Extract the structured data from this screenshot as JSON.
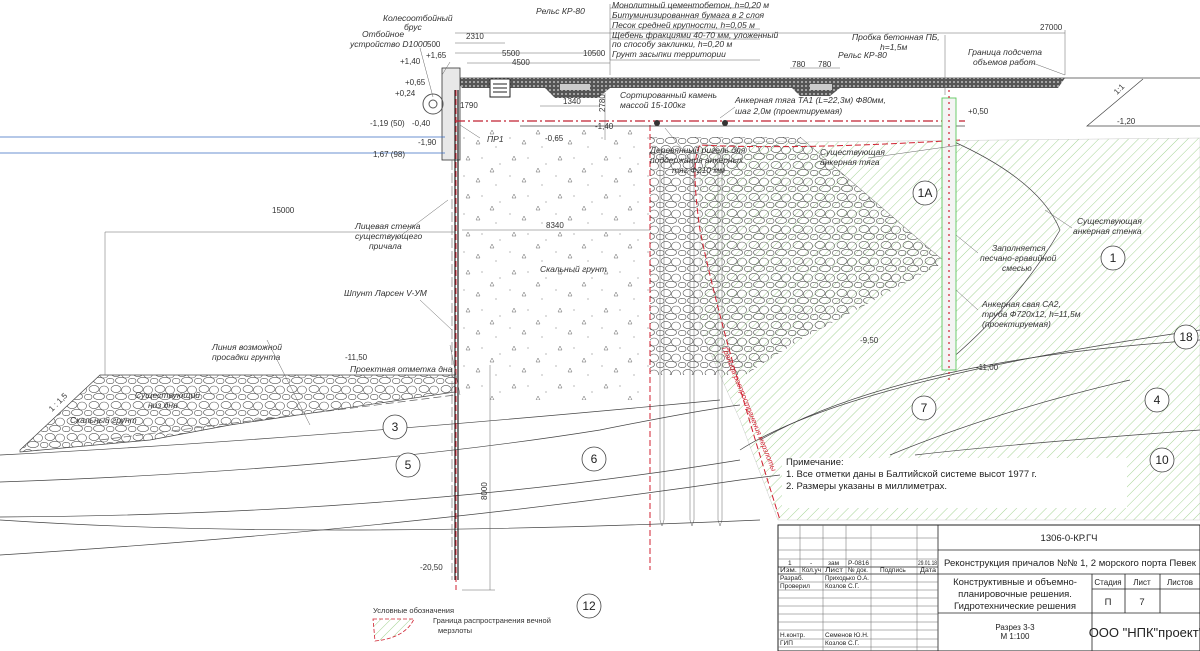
{
  "drawing": {
    "top_labels": {
      "kolesootboy": [
        "Колесоотбойный",
        "брус"
      ],
      "otboynoe": [
        "Отбойное",
        "устройство D1000"
      ],
      "rels1": "Рельс КР-80",
      "rels2": "Рельс КР-80",
      "probka": [
        "Пробка бетонная ПБ,",
        "h=1,5м"
      ],
      "granitsa_podscheta": [
        "Граница подсчета",
        "объемов работ"
      ],
      "layers": [
        "Монолитный цементобетон, h=0,20 м",
        "Битуминизированная бумага  в 2 слоя",
        "Песок средней крупности, h=0,05 м",
        "Щебень фракциями 40-70 мм, уложенный",
        "по способу заклинки, h=0,20 м",
        "Грунт  засыпки территории"
      ]
    },
    "dimensions": [
      "500",
      "2310",
      "5500",
      "4500",
      "10500",
      "27000",
      "780",
      "780",
      "1340",
      "1790",
      "2780",
      "15000",
      "8340",
      "8000"
    ],
    "elevations": [
      "+1,40",
      "+1,65",
      "+0,65",
      "+0,24",
      "-1,19 (50)",
      "-0,40",
      "-1,90",
      "1,67 (98)",
      "-1,40",
      "-0,65",
      "+0,50",
      "-1,20",
      "-9,50",
      "-11,00",
      "-11,50",
      "-20,50",
      "1:1",
      "1 : 1,5"
    ],
    "annotations": {
      "pr1": "ПР1",
      "sort_kamen": [
        "Сортированный камень",
        "массой 15-100кг"
      ],
      "ankernaya_tyaga": [
        "Анкерная тяга ТА1 (L=22,3м) Ф80мм,",
        "шаг 2,0м (проектируемая)"
      ],
      "rigel": [
        "Деревянный ригель для",
        "поддержания анкерных",
        "тяг Ф210 мм"
      ],
      "sushch_tyaga": [
        "Существующая",
        "анкерная тяга"
      ],
      "sushch_stenka": [
        "Существующая",
        "анкерная стенка"
      ],
      "zapolnyaetsya": [
        "Заполняется",
        "песчано-гравийной",
        "смесью"
      ],
      "ankernaya_svaya": [
        "Анкерная свая СА2,",
        "труба Ф720х12, h=11,5м",
        "(проектируемая)"
      ],
      "litsevaya": [
        "Лицевая стенка",
        "существующего",
        "причала"
      ],
      "shpunt": "Шпунт Ларсен V-УМ",
      "skalny1": "Скальный грунт",
      "skalny2": "Скальный грунт",
      "liniya_prosadki": [
        "Линия возможной",
        "просадки грунта"
      ],
      "sushch_dno": [
        "Существующий",
        "низ дна"
      ],
      "proekt_dno": "Проектная отметка дна",
      "granitsa_merzloty": "Граница распространения мерзлоты"
    },
    "soil_layers": [
      "1А",
      "1",
      "18",
      "4",
      "10",
      "7",
      "3",
      "5",
      "6",
      "12"
    ],
    "notes": {
      "title": "Примечание:",
      "items": [
        "1. Все отметки даны в Балтийской системе высот 1977 г.",
        "2. Размеры указаны в миллиметрах."
      ]
    },
    "legend": {
      "title": "Условные обозначения",
      "item": [
        "Граница распространения вечной",
        "мерзлоты"
      ]
    }
  },
  "title_block": {
    "code": "1306-0-КР.ГЧ",
    "project": "Реконструкция причалов №№ 1, 2 морского порта Певек",
    "revision": {
      "izm": "1",
      "kol": "-",
      "list": "зам",
      "doc": "Р-0816",
      "podpis": "",
      "data": "29.01.18"
    },
    "headers": [
      "Изм.",
      "Кол.уч",
      "Лист",
      "№ док.",
      "Подпись",
      "Дата"
    ],
    "roles": [
      {
        "role": "Разраб.",
        "name": "Приходько О.А."
      },
      {
        "role": "Проверил",
        "name": "Козлов С.Г."
      },
      {
        "role": "Н.контр.",
        "name": "Семенов Ю.Н."
      },
      {
        "role": "ГИП",
        "name": "Козлов С.Г."
      }
    ],
    "section_title": [
      "Конструктивные и объемно-",
      "планировочные решения.",
      "Гидротехнические решения"
    ],
    "stage_headers": [
      "Стадия",
      "Лист",
      "Листов"
    ],
    "stage": "П",
    "sheet": "7",
    "sheets": "",
    "drawing_name": [
      "Разрез 3-3",
      "М 1:100"
    ],
    "company": "ООО \"НПК\"проект\""
  },
  "colors": {
    "hatch": "#8cc47a",
    "permafrost": "#d02030",
    "anchor_pile": "#5cc85c"
  }
}
